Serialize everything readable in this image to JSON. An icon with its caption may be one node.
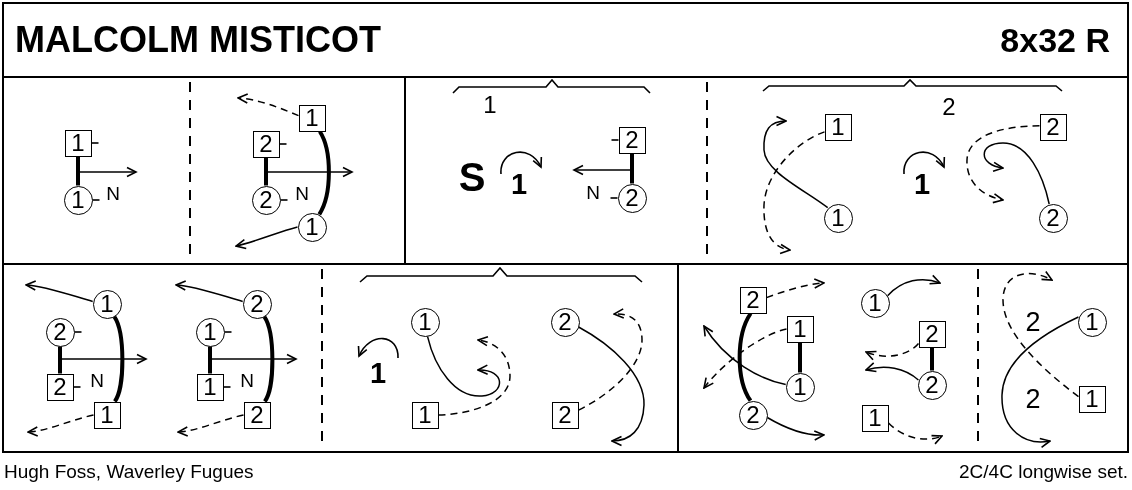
{
  "diagram": {
    "title": "MALCOLM MISTICOT",
    "nodes": [
      {
        "text": [
          "1"
        ]
      },
      {
        "text": [
          "1"
        ]
      },
      {
        "text": [
          "1"
        ]
      },
      {
        "text": [
          "2"
        ]
      },
      {
        "text": [
          "2"
        ]
      },
      {
        "text": [
          "1"
        ]
      },
      {
        "text": [
          "2"
        ]
      },
      {
        "text": [
          "2"
        ]
      },
      {
        "text": [
          "1"
        ]
      },
      {
        "text": [
          "2"
        ]
      },
      {
        "text": [
          "1"
        ]
      },
      {
        "text": [
          "2"
        ]
      },
      {
        "text": [
          "1"
        ]
      },
      {
        "text": [
          "2"
        ]
      },
      {
        "text": [
          "2"
        ]
      },
      {
        "text": [
          "1"
        ]
      },
      {
        "text": [
          "2"
        ]
      },
      {
        "text": [
          "1"
        ]
      },
      {
        "text": [
          "1"
        ]
      },
      {
        "text": [
          "2"
        ]
      },
      {
        "text": [
          "1"
        ]
      },
      {
        "text": [
          "2"
        ]
      },
      {
        "text": [
          "1"
        ]
      },
      {
        "text": [
          "2"
        ]
      },
      {
        "text": [
          "2"
        ]
      },
      {
        "text": [
          "1"
        ]
      },
      {
        "text": [
          "1"
        ]
      },
      {
        "text": [
          "2"
        ]
      },
      {
        "text": [
          "1"
        ]
      },
      {
        "text": [
          "2"
        ]
      },
      {
        "text": [
          "2"
        ]
      },
      {
        "text": [
          "1"
        ]
      },
      {
        "text": [
          "1"
        ]
      },
      {
        "text": [
          "1"
        ]
      }
    ],
    "edges": [
      {
        "from": 0,
        "to": 1,
        "arrow": "none",
        "style": "thick"
      },
      {
        "from": 3,
        "to": 4,
        "arrow": "none",
        "style": "thick"
      },
      {
        "from": 2,
        "to": 5,
        "arrow": "none",
        "style": "thick"
      },
      {
        "from": 2,
        "to": null,
        "arrow": "to",
        "style": "dashed"
      },
      {
        "from": 5,
        "to": null,
        "arrow": "to"
      },
      {
        "from": 6,
        "to": 7,
        "arrow": "none",
        "style": "thick"
      },
      {
        "from": 10,
        "to": null,
        "arrow": "to"
      },
      {
        "from": 8,
        "to": null,
        "arrow": "to",
        "style": "dashed"
      },
      {
        "from": 9,
        "to": null,
        "arrow": "to",
        "style": "dashed"
      },
      {
        "from": 11,
        "to": null,
        "arrow": "to"
      },
      {
        "from": 13,
        "to": 14,
        "arrow": "none",
        "style": "thick"
      },
      {
        "from": 12,
        "to": 15,
        "arrow": "none",
        "style": "thick"
      },
      {
        "from": 12,
        "to": null,
        "arrow": "to"
      },
      {
        "from": 15,
        "to": null,
        "arrow": "to",
        "style": "dashed"
      },
      {
        "from": 17,
        "to": 18,
        "arrow": "none",
        "style": "thick"
      },
      {
        "from": 16,
        "to": 19,
        "arrow": "none",
        "style": "thick"
      },
      {
        "from": 16,
        "to": null,
        "arrow": "to"
      },
      {
        "from": 19,
        "to": null,
        "arrow": "to",
        "style": "dashed"
      },
      {
        "from": 20,
        "to": null,
        "arrow": "to"
      },
      {
        "from": 22,
        "to": null,
        "arrow": "to",
        "style": "dashed"
      },
      {
        "from": 21,
        "to": null,
        "arrow": "to"
      },
      {
        "from": 23,
        "to": null,
        "arrow": "to",
        "style": "dashed"
      },
      {
        "from": 24,
        "to": 27,
        "arrow": "none",
        "style": "thick"
      },
      {
        "from": 25,
        "to": 26,
        "arrow": "none",
        "style": "thick"
      },
      {
        "from": 24,
        "to": null,
        "arrow": "to",
        "style": "dashed"
      },
      {
        "from": 25,
        "to": null,
        "arrow": "to",
        "style": "dashed"
      },
      {
        "from": 26,
        "to": null,
        "arrow": "to"
      },
      {
        "from": 27,
        "to": null,
        "arrow": "to"
      },
      {
        "from": 28,
        "to": null,
        "arrow": "to"
      },
      {
        "from": 29,
        "to": 30,
        "arrow": "none",
        "style": "thick"
      },
      {
        "from": 29,
        "to": null,
        "arrow": "to",
        "style": "dashed"
      },
      {
        "from": 30,
        "to": null,
        "arrow": "to"
      },
      {
        "from": 31,
        "to": null,
        "arrow": "to",
        "style": "dashed"
      },
      {
        "from": 32,
        "to": null,
        "arrow": "to"
      },
      {
        "from": 33,
        "to": null,
        "arrow": "to",
        "style": "dashed"
      }
    ],
    "labels": [
      "8x32 R",
      "N",
      "N",
      "1",
      "S",
      "1",
      "N",
      "2",
      "1",
      "N",
      "N",
      "1",
      "2",
      "2",
      "Hugh Foss, Waverley Fugues",
      "2C/4C longwise set."
    ]
  }
}
